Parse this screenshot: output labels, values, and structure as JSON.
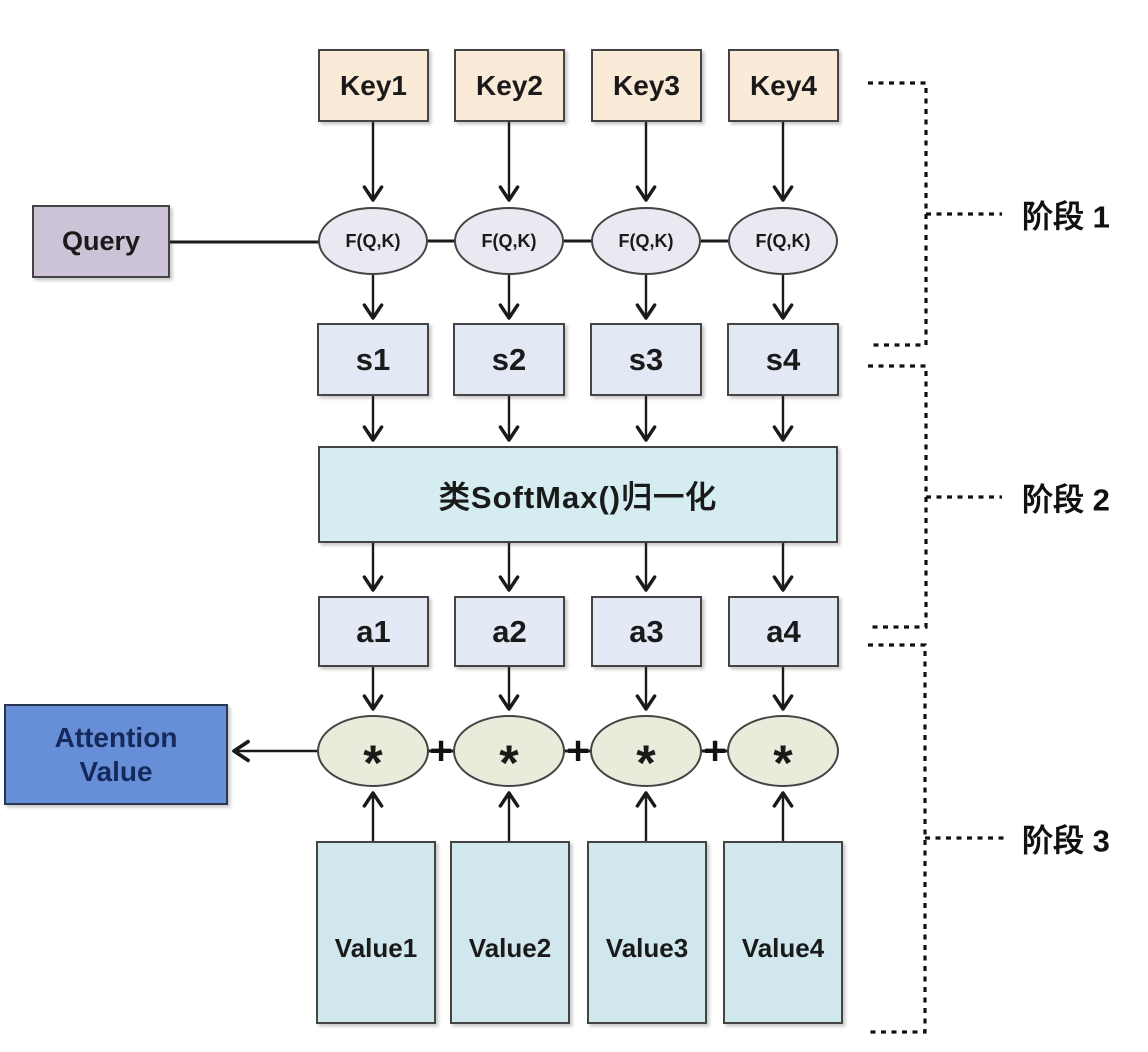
{
  "colors": {
    "key_fill": "#faead8",
    "query_fill": "#cdc3d7",
    "f_fill": "#eae8f0",
    "score_fill": "#e2e8f4",
    "softmax_fill": "#d5ecf0",
    "weight_fill": "#e4eaf5",
    "multiply_fill": "#e9ecda",
    "value_fill": "#cfe7ed",
    "attention_fill": "#678fd7",
    "attention_text": "#15295b",
    "line": "#1a1a1a"
  },
  "nodes": {
    "keys": [
      "Key1",
      "Key2",
      "Key3",
      "Key4"
    ],
    "query": "Query",
    "f_label": "F(Q,K)",
    "scores": [
      "s1",
      "s2",
      "s3",
      "s4"
    ],
    "softmax": "类SoftMax()归一化",
    "weights": [
      "a1",
      "a2",
      "a3",
      "a4"
    ],
    "multiply_symbol": "*",
    "plus_symbol": "+",
    "attention_line1": "Attention",
    "attention_line2": "Value",
    "values": [
      "Value1",
      "Value2",
      "Value3",
      "Value4"
    ]
  },
  "stages": [
    {
      "label": "阶段 1"
    },
    {
      "label": "阶段 2"
    },
    {
      "label": "阶段 3"
    }
  ]
}
